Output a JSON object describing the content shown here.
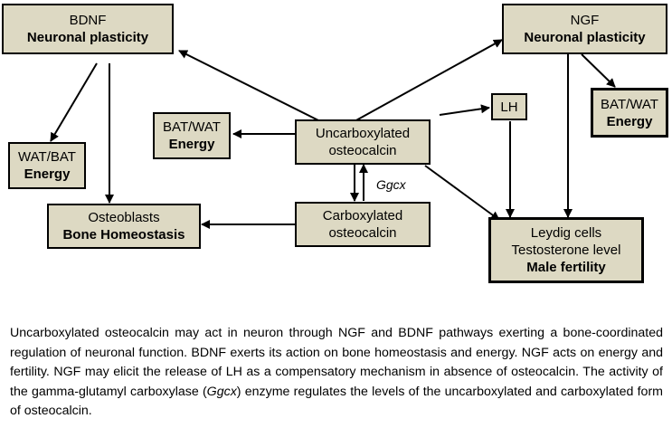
{
  "nodes": {
    "bdnf": {
      "line1": "BDNF",
      "line2": "Neuronal plasticity"
    },
    "ngf": {
      "line1": "NGF",
      "line2": "Neuronal  plasticity"
    },
    "wat_bat": {
      "line1": "WAT/BAT",
      "line2": "Energy"
    },
    "bat_wat_left": {
      "line1": "BAT/WAT",
      "line2": "Energy"
    },
    "bat_wat_right": {
      "line1": "BAT/WAT",
      "line2": "Energy"
    },
    "uncarboxylated": {
      "line1": "Uncarboxylated",
      "line2": "osteocalcin"
    },
    "carboxylated": {
      "line1": "Carboxylated",
      "line2": "osteocalcin"
    },
    "osteoblasts": {
      "line1": "Osteoblasts",
      "line2": "Bone Homeostasis"
    },
    "lh": {
      "line1": "LH"
    },
    "leydig": {
      "line1": "Leydig cells",
      "line2": "Testosterone level",
      "line3": "Male fertility"
    }
  },
  "edge_label": "Ggcx",
  "caption": {
    "part1": "Uncarboxylated osteocalcin may act in neuron through NGF and BDNF pathways exerting a bone-coordinated regulation of neuronal function.  BDNF exerts its action on bone homeostasis and energy. NGF acts on energy and fertility. NGF may elicit the release of LH as a compensatory mechanism in absence of osteocalcin. The activity of the gamma-glutamyl carboxylase (",
    "italic": "Ggcx",
    "part2": ") enzyme regulates the levels of the uncarboxylated and carboxylated form of osteocalcin."
  }
}
